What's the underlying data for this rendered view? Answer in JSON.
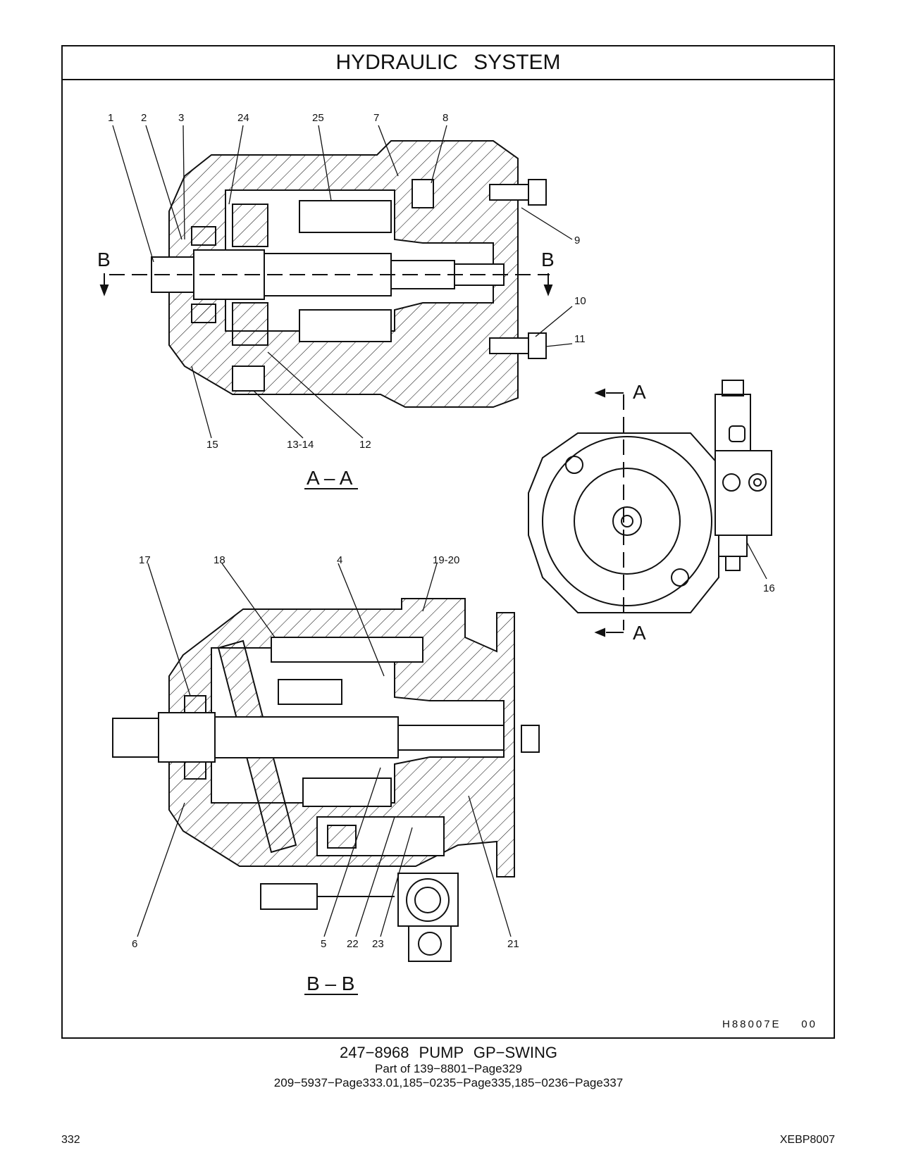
{
  "header": {
    "title": "HYDRAULIC SYSTEM"
  },
  "drawing_code": "H88007E    00",
  "section_aa": {
    "title": "A – A",
    "cut_label": "B",
    "callouts": {
      "c1": "1",
      "c2": "2",
      "c3": "3",
      "c24": "24",
      "c25": "25",
      "c7": "7",
      "c8": "8",
      "c9": "9",
      "c10": "10",
      "c11": "11",
      "c15": "15",
      "c1314": "13-14",
      "c12": "12"
    }
  },
  "end_view": {
    "cut_label": "A",
    "callout_16": "16"
  },
  "section_bb": {
    "title": "B – B",
    "callouts": {
      "c17": "17",
      "c18": "18",
      "c4": "4",
      "c1920": "19-20",
      "c6": "6",
      "c5": "5",
      "c22": "22",
      "c23": "23",
      "c21": "21"
    }
  },
  "caption": {
    "part_title": "247−8968   PUMP  GP−SWING",
    "part_of": "Part of 139−8801−Page329",
    "references": "209−5937−Page333.01,185−0235−Page335,185−0236−Page337"
  },
  "footer": {
    "page_number": "332",
    "doc_id": "XEBP8007"
  }
}
